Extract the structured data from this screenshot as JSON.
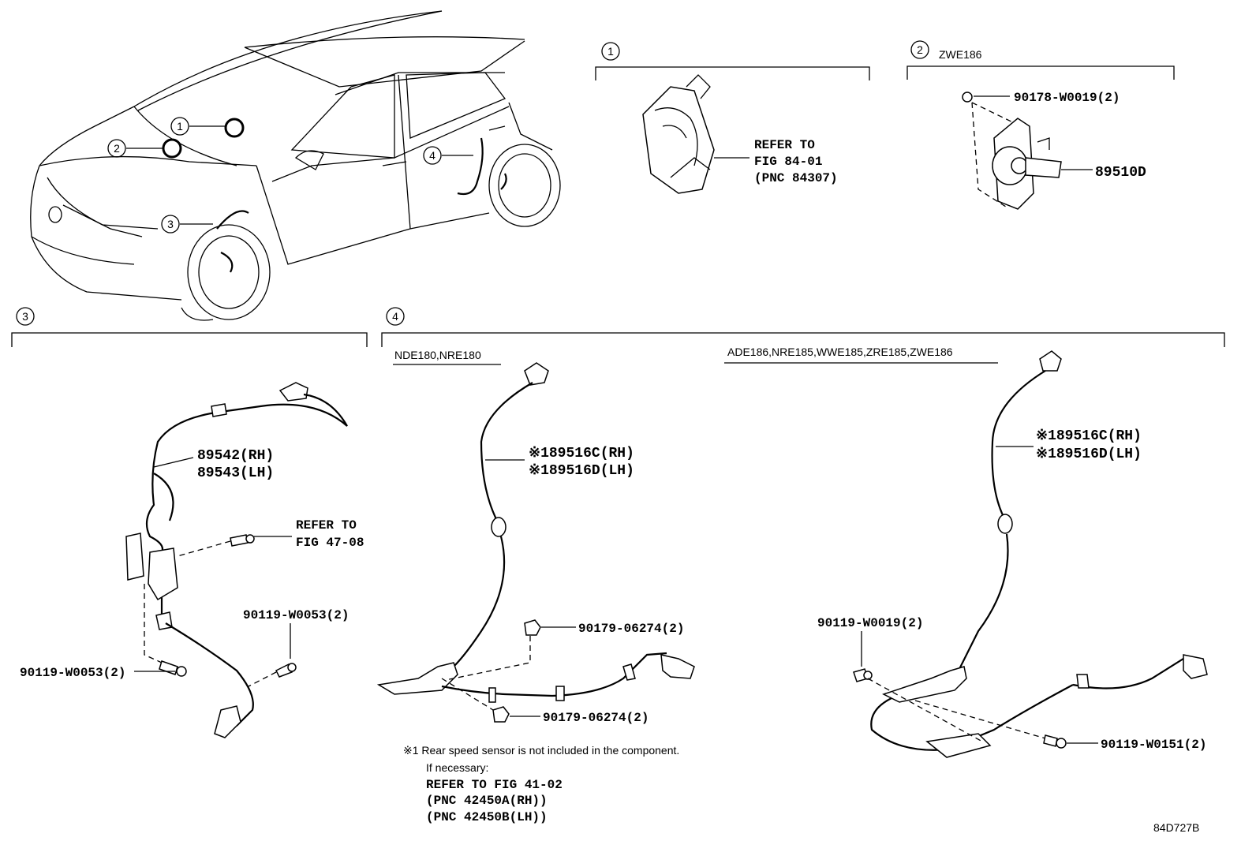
{
  "callouts": {
    "c1": "1",
    "c2": "2",
    "c3": "3",
    "c4": "4"
  },
  "section2": {
    "model": "ZWE186",
    "bolt": "90178-W0019(2)",
    "part": "89510D"
  },
  "section1": {
    "refer": [
      "REFER TO",
      "FIG 84-01",
      "(PNC 84307)"
    ]
  },
  "section3": {
    "sensor_rh": "89542(RH)",
    "sensor_lh": "89543(LH)",
    "refer": [
      "REFER TO",
      "FIG 47-08"
    ],
    "bolt_a": "90119-W0053(2)",
    "bolt_b": "90119-W0053(2)"
  },
  "section4a": {
    "models": "NDE180,NRE180",
    "sensor_rh": "※189516C(RH)",
    "sensor_lh": "※189516D(LH)",
    "nut_a": "90179-06274(2)",
    "nut_b": "90179-06274(2)"
  },
  "section4b": {
    "models": "ADE186,NRE185,WWE185,ZRE185,ZWE186",
    "sensor_rh": "※189516C(RH)",
    "sensor_lh": "※189516D(LH)",
    "bolt_a": "90119-W0019(2)",
    "bolt_b": "90119-W0151(2)"
  },
  "note": {
    "line1": "※1 Rear speed sensor is not included in the component.",
    "line2": "If necessary:",
    "line3": "REFER TO FIG 41-02",
    "line4": "(PNC 42450A(RH))",
    "line5": "(PNC 42450B(LH))"
  },
  "figure_id": "84D727B"
}
